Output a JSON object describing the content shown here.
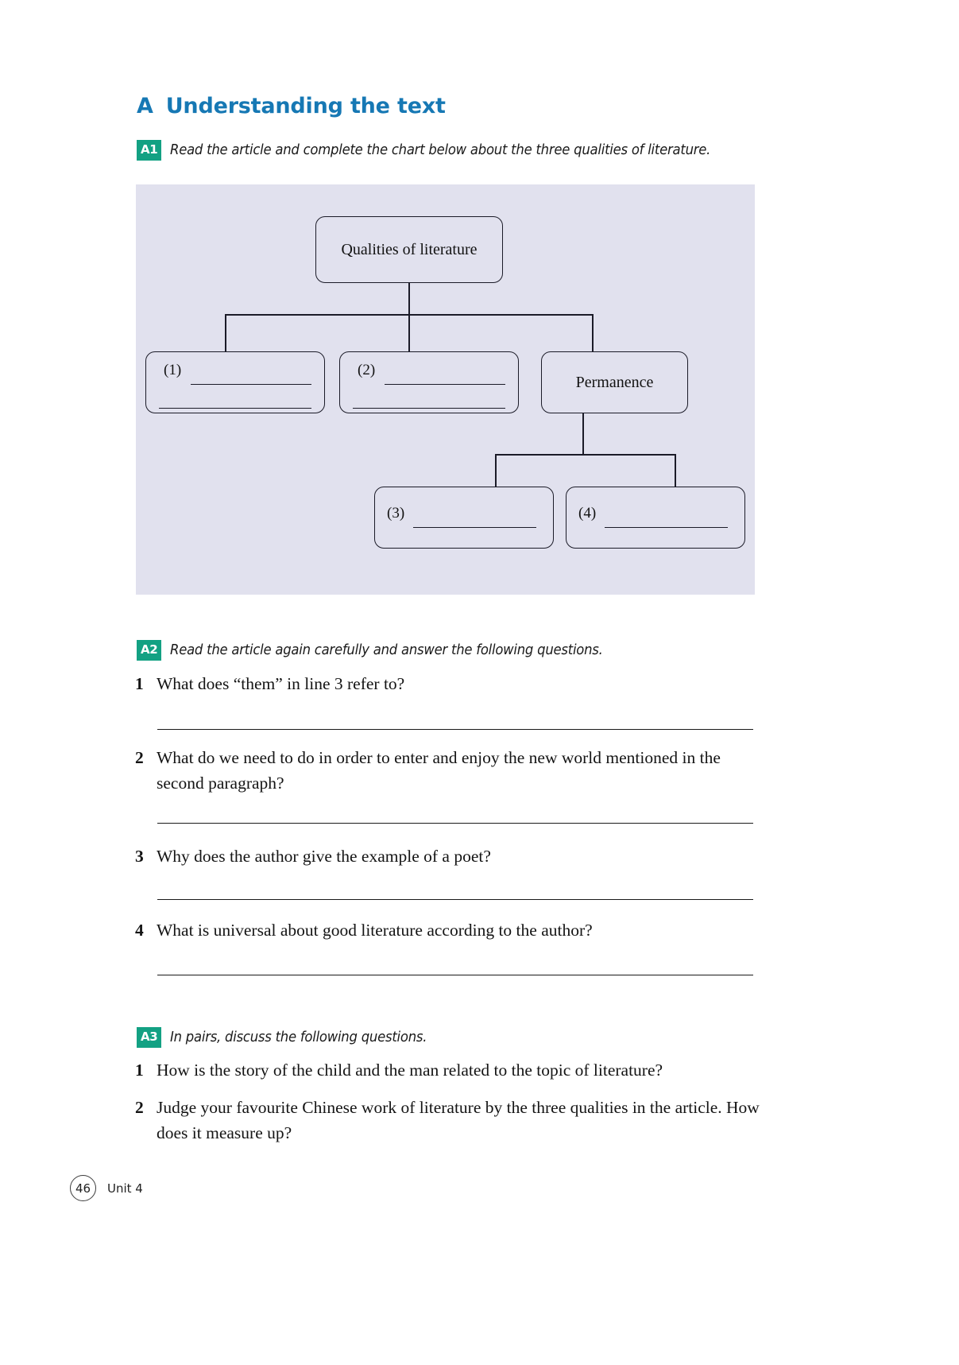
{
  "section": {
    "letter": "A",
    "title": "Understanding the text"
  },
  "tasks": {
    "a1": {
      "badge": "A1",
      "text": "Read the article and complete the chart below about the three qualities of literature."
    },
    "a2": {
      "badge": "A2",
      "text": "Read the article again carefully and answer the following questions."
    },
    "a3": {
      "badge": "A3",
      "text": "In pairs, discuss the following questions."
    }
  },
  "chart_data": {
    "type": "diagram",
    "title": "Qualities of literature",
    "root": {
      "label": "Qualities of literature",
      "blanks": 0
    },
    "level2": [
      {
        "number": "(1)",
        "label": "",
        "blanks": 2
      },
      {
        "number": "(2)",
        "label": "",
        "blanks": 2
      },
      {
        "number": "",
        "label": "Permanence",
        "blanks": 0
      }
    ],
    "level3_parent": "Permanence",
    "level3": [
      {
        "number": "(3)",
        "label": "",
        "blanks": 1
      },
      {
        "number": "(4)",
        "label": "",
        "blanks": 1
      }
    ],
    "background_color": "#e1e1ee",
    "line_color": "#1b1b28"
  },
  "diagram": {
    "root_label": "Qualities of literature",
    "node1_num": "(1)",
    "node2_num": "(2)",
    "node3_label": "Permanence",
    "node4_num": "(3)",
    "node5_num": "(4)"
  },
  "a2_questions": [
    {
      "num": "1",
      "text": "What does “them” in line 3 refer to?"
    },
    {
      "num": "2",
      "text": "What do we need to do in order to enter and enjoy the new world mentioned in the second paragraph?"
    },
    {
      "num": "3",
      "text": "Why does the author give the example of a poet?"
    },
    {
      "num": "4",
      "text": "What is universal about good literature according to the author?"
    }
  ],
  "a3_questions": [
    {
      "num": "1",
      "text": "How is the story of the child and the man related to the topic of literature?"
    },
    {
      "num": "2",
      "text": "Judge your favourite Chinese work of literature by the three qualities in the article. How does it measure up?"
    }
  ],
  "footer": {
    "page_number": "46",
    "unit": "Unit 4"
  },
  "colors": {
    "heading_blue": "#1678b4",
    "badge_teal": "#13a183",
    "panel_lavender": "#e1e1ee"
  }
}
